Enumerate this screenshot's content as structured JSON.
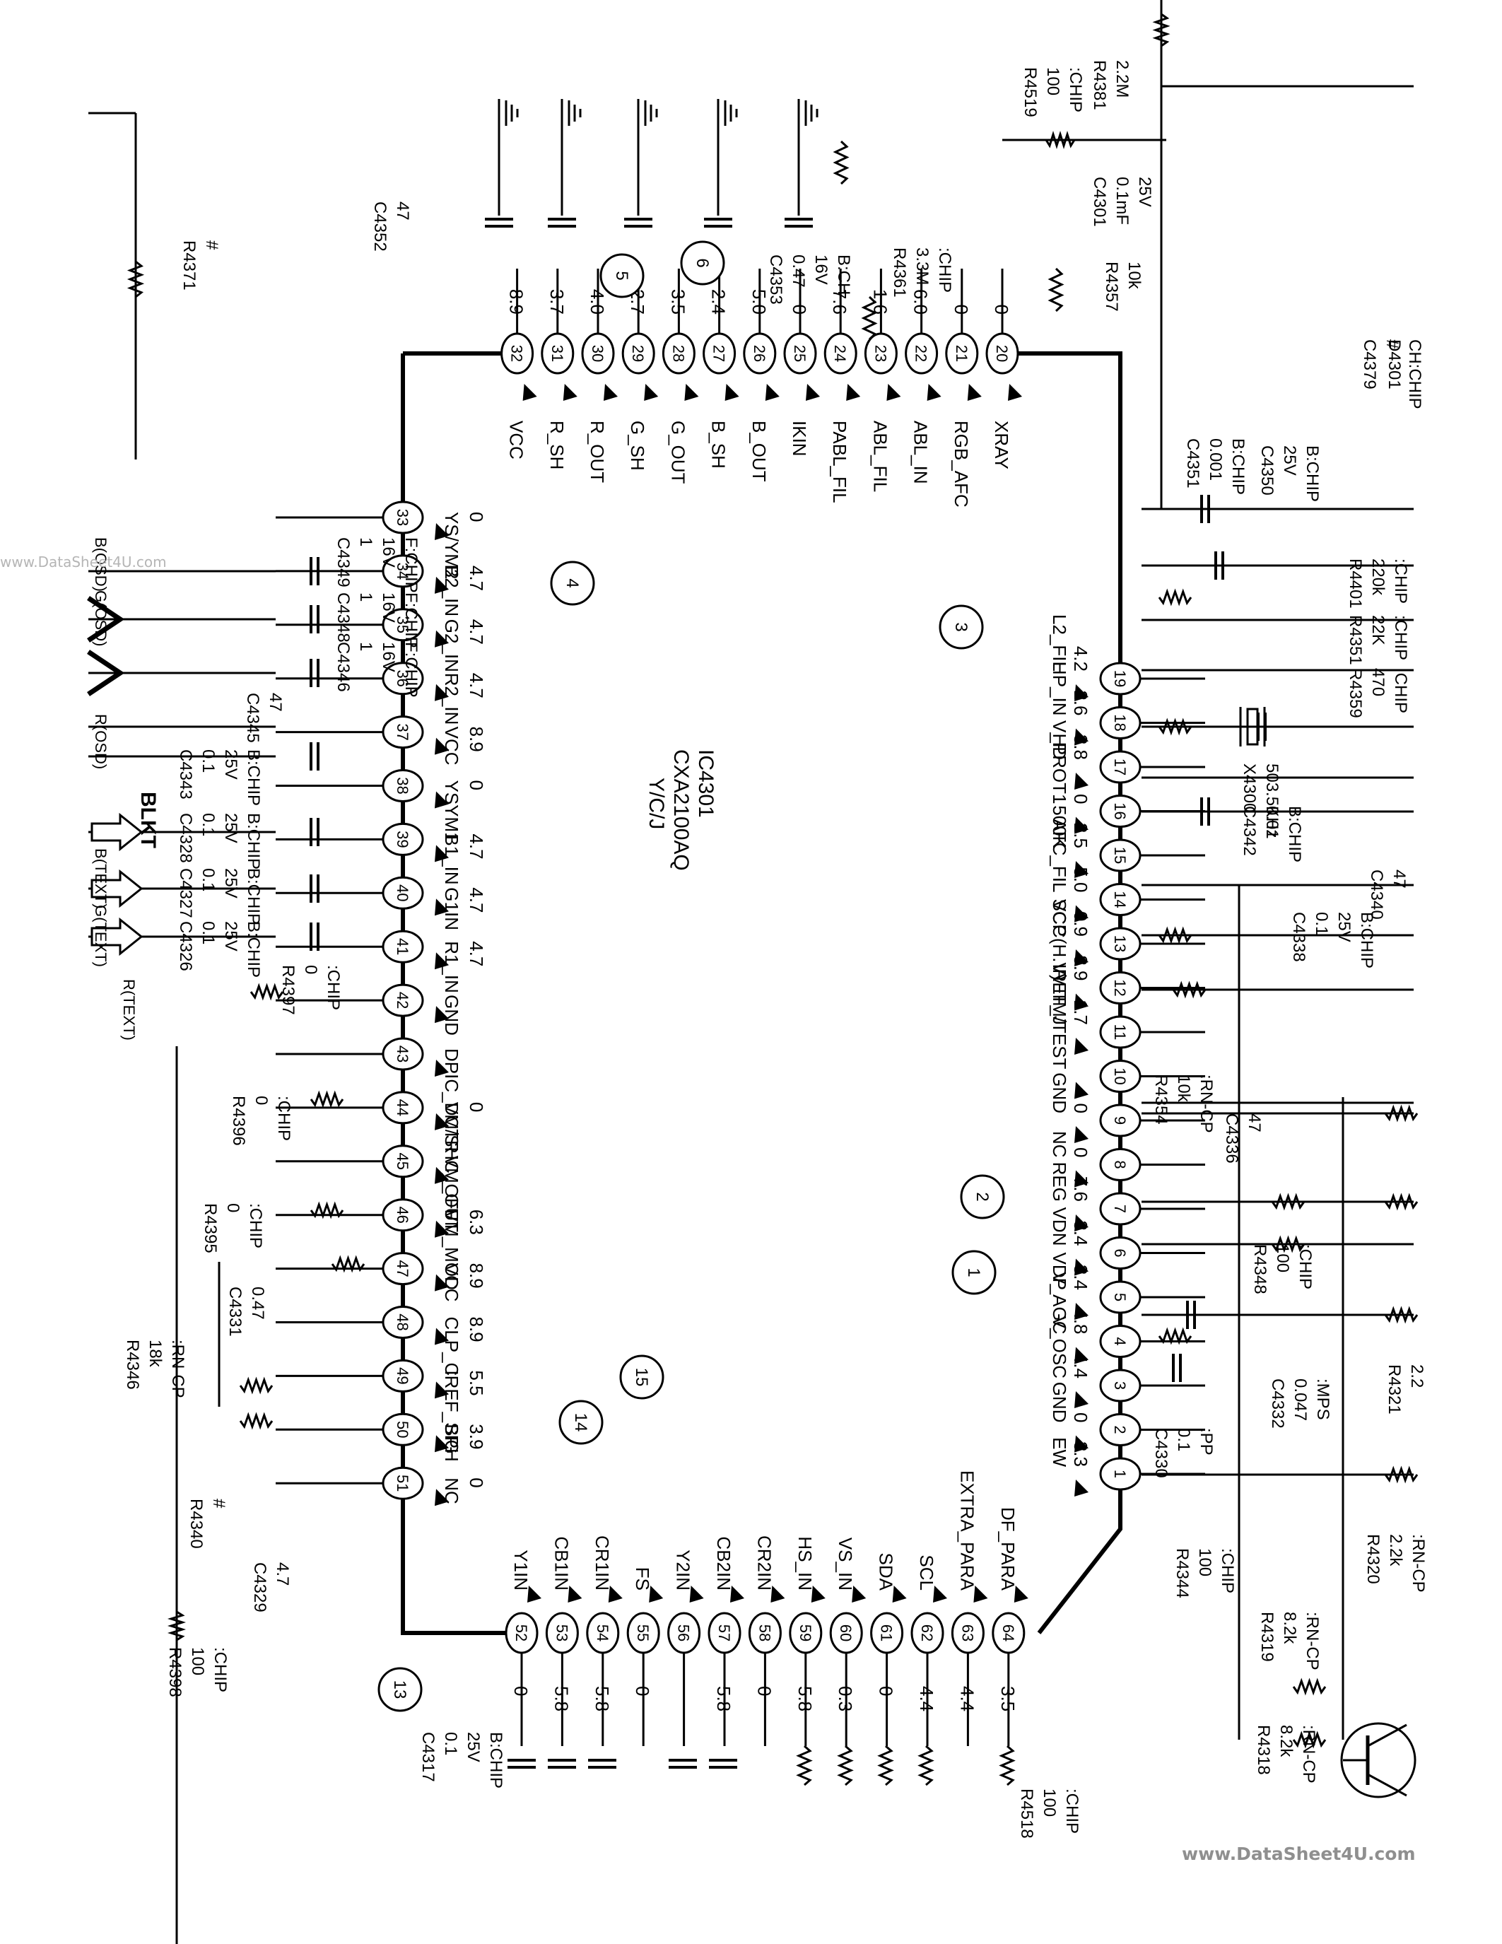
{
  "ic": {
    "ref": "IC4301",
    "part": "CXA2100AQ",
    "variant": "Y/C/J",
    "pins": [
      {
        "n": "1",
        "name": "EW",
        "v": "3.3"
      },
      {
        "n": "2",
        "name": "GND",
        "v": "0"
      },
      {
        "n": "3",
        "name": "V_OSC",
        "v": "4.4"
      },
      {
        "n": "4",
        "name": "V_AGC",
        "v": "4.8"
      },
      {
        "n": "5",
        "name": "VDP",
        "v": "3.4"
      },
      {
        "n": "6",
        "name": "VDN",
        "v": "3.4"
      },
      {
        "n": "7",
        "name": "REG",
        "v": "7.6"
      },
      {
        "n": "8",
        "name": "NC",
        "v": "0"
      },
      {
        "n": "9",
        "name": "GND",
        "v": "0"
      },
      {
        "n": "10",
        "name": "VTIM/TEST",
        "v": ""
      },
      {
        "n": "11",
        "name": "IREF_J",
        "v": "1.7"
      },
      {
        "n": "12",
        "name": "VCC(H.V)",
        "v": "8.9"
      },
      {
        "n": "13",
        "name": "SCP",
        "v": "0.9"
      },
      {
        "n": "14",
        "name": "AFC_FIL",
        "v": "5.0"
      },
      {
        "n": "15",
        "name": "500K",
        "v": "2.5"
      },
      {
        "n": "16",
        "name": "V_PROT1",
        "v": "0"
      },
      {
        "n": "17",
        "name": "HD",
        "v": "3.8"
      },
      {
        "n": "18",
        "name": "HP_IN",
        "v": "2.6"
      },
      {
        "n": "19",
        "name": "L2_FIL",
        "v": "4.2"
      },
      {
        "n": "20",
        "name": "XRAY",
        "v": "0"
      },
      {
        "n": "21",
        "name": "RGB_AFC",
        "v": "0"
      },
      {
        "n": "22",
        "name": "ABL_IN",
        "v": "6.0"
      },
      {
        "n": "23",
        "name": "ABL_FIL",
        "v": "1.6"
      },
      {
        "n": "24",
        "name": "PABL_FIL",
        "v": "7.6"
      },
      {
        "n": "25",
        "name": "IKIN",
        "v": "0"
      },
      {
        "n": "26",
        "name": "B_OUT",
        "v": "5.0"
      },
      {
        "n": "27",
        "name": "B_SH",
        "v": "2.4"
      },
      {
        "n": "28",
        "name": "G_OUT",
        "v": "3.5"
      },
      {
        "n": "29",
        "name": "G_SH",
        "v": "2.7"
      },
      {
        "n": "30",
        "name": "R_OUT",
        "v": "4.0"
      },
      {
        "n": "31",
        "name": "R_SH",
        "v": "3.7"
      },
      {
        "n": "32",
        "name": "VCC",
        "v": "8.9"
      },
      {
        "n": "33",
        "name": "YS/YM2",
        "v": "0"
      },
      {
        "n": "34",
        "name": "B2_IN",
        "v": "4.7"
      },
      {
        "n": "35",
        "name": "G2_IN",
        "v": "4.7"
      },
      {
        "n": "36",
        "name": "R2_IN",
        "v": "4.7"
      },
      {
        "n": "37",
        "name": "VCC",
        "v": "8.9"
      },
      {
        "n": "38",
        "name": "YSYM1",
        "v": "0"
      },
      {
        "n": "39",
        "name": "B1_IN",
        "v": "4.7"
      },
      {
        "n": "40",
        "name": "G1IN",
        "v": "4.7"
      },
      {
        "n": "41",
        "name": "R1_IN",
        "v": "4.7"
      },
      {
        "n": "42",
        "name": "GND",
        "v": ""
      },
      {
        "n": "43",
        "name": "DPIC_DCTR",
        "v": ""
      },
      {
        "n": "44",
        "name": "VM/SHC_OFF",
        "v": "0"
      },
      {
        "n": "45",
        "name": "VM_OUT",
        "v": ""
      },
      {
        "n": "46",
        "name": "VM_MOD",
        "v": "6.3"
      },
      {
        "n": "47",
        "name": "VCC",
        "v": "8.9"
      },
      {
        "n": "48",
        "name": "CLP_C",
        "v": "8.9"
      },
      {
        "n": "49",
        "name": "IREF_SIG",
        "v": "5.5"
      },
      {
        "n": "50",
        "name": "BPH",
        "v": "3.9"
      },
      {
        "n": "51",
        "name": "NC",
        "v": "0"
      },
      {
        "n": "52",
        "name": "Y1IN",
        "v": "0"
      },
      {
        "n": "53",
        "name": "CB1IN",
        "v": "5.8"
      },
      {
        "n": "54",
        "name": "CR1IN",
        "v": "5.8"
      },
      {
        "n": "55",
        "name": "FS",
        "v": "0"
      },
      {
        "n": "56",
        "name": "Y2IN",
        "v": ""
      },
      {
        "n": "57",
        "name": "CB2IN",
        "v": "5.8"
      },
      {
        "n": "58",
        "name": "CR2IN",
        "v": "0"
      },
      {
        "n": "59",
        "name": "HS_IN",
        "v": "5.8"
      },
      {
        "n": "60",
        "name": "VS_IN",
        "v": "0.3"
      },
      {
        "n": "61",
        "name": "SDA",
        "v": "0"
      },
      {
        "n": "62",
        "name": "SCL",
        "v": "4.4"
      },
      {
        "n": "63",
        "name": "EXTRA_PARA",
        "v": "4.4"
      },
      {
        "n": "64",
        "name": "DF_PARA",
        "v": "3.5"
      }
    ]
  },
  "test_points": [
    "1",
    "2",
    "3",
    "4",
    "5",
    "6",
    "13",
    "14",
    "15"
  ],
  "components": {
    "left": [
      {
        "ref": "C4349",
        "val": "1",
        "spec": "16V",
        "type": "F:CHIP"
      },
      {
        "ref": "C4348",
        "val": "1",
        "spec": "16V",
        "type": "F:CHIP"
      },
      {
        "ref": "C4346",
        "val": "1",
        "spec": "16V",
        "type": "F:CHIP"
      },
      {
        "ref": "C4345",
        "val": "47",
        "spec": "",
        "type": ""
      },
      {
        "ref": "C4343",
        "val": "0.1",
        "spec": "25V",
        "type": "B:CHIP"
      },
      {
        "ref": "C4328",
        "val": "0.1",
        "spec": "25V",
        "type": "B:CHIP"
      },
      {
        "ref": "C4327",
        "val": "0.1",
        "spec": "25V",
        "type": "B:CHIP"
      },
      {
        "ref": "C4326",
        "val": "0.1",
        "spec": "25V",
        "type": "B:CHIP"
      },
      {
        "ref": "R4397",
        "val": "0",
        "spec": "",
        "type": ":CHIP"
      },
      {
        "ref": "R4396",
        "val": "0",
        "spec": "",
        "type": ":CHIP"
      },
      {
        "ref": "R4395",
        "val": "0",
        "spec": "",
        "type": ":CHIP"
      },
      {
        "ref": "C4331",
        "val": "0.47",
        "spec": "",
        "type": ""
      },
      {
        "ref": "R4346",
        "val": "18k",
        "spec": "",
        "type": ":RN-CP"
      },
      {
        "ref": "R4340",
        "val": "#",
        "spec": "",
        "type": ""
      },
      {
        "ref": "C4329",
        "val": "4.7",
        "spec": "",
        "type": ""
      },
      {
        "ref": "R4398",
        "val": "100",
        "spec": "",
        "type": ":CHIP"
      },
      {
        "ref": "R4371",
        "val": "#",
        "spec": "",
        "type": ""
      },
      {
        "ref": "C4352",
        "val": "47",
        "spec": "",
        "type": ""
      }
    ],
    "top": [
      {
        "ref": "C4353",
        "val": "0.47",
        "spec": "16V",
        "type": "B:CH"
      },
      {
        "ref": "R4361",
        "val": "3.3M",
        "spec": "",
        "type": ":CHIP"
      },
      {
        "ref": "R4519",
        "val": "100",
        "spec": "",
        "type": ":CHIP"
      },
      {
        "ref": "R4381",
        "val": "2.2M",
        "spec": "",
        "type": ""
      },
      {
        "ref": "C4301",
        "val": "0.1mF",
        "spec": "25V",
        "type": ""
      },
      {
        "ref": "R4357",
        "val": "10k",
        "spec": "",
        "type": ""
      },
      {
        "ref": "C4351",
        "val": "0.001",
        "spec": "",
        "type": "B:CHIP"
      },
      {
        "ref": "C4350",
        "val": "25V",
        "spec": "",
        "type": "B:CHIP"
      },
      {
        "ref": "C4379",
        "val": "#",
        "spec": "",
        "type": "CH:CHIP"
      },
      {
        "ref": "D4301",
        "val": "",
        "spec": "",
        "type": ""
      }
    ],
    "right": [
      {
        "ref": "R4401",
        "val": "220k",
        "spec": "",
        "type": ":CHIP"
      },
      {
        "ref": "R4351",
        "val": "22K",
        "spec": "",
        "type": ":CHIP"
      },
      {
        "ref": "R4359",
        "val": "470",
        "spec": "",
        "type": ":CHIP"
      },
      {
        "ref": "X4300",
        "val": "503.5KHz",
        "spec": "",
        "type": ""
      },
      {
        "ref": "C4342",
        "val": "0.01",
        "spec": "",
        "type": "B:CHIP"
      },
      {
        "ref": "C4340",
        "val": "47",
        "spec": "",
        "type": ""
      },
      {
        "ref": "C4338",
        "val": "0.1",
        "spec": "25V",
        "type": "B:CHIP"
      },
      {
        "ref": "R4354",
        "val": "10k",
        "spec": "",
        "type": ":RN-CP"
      },
      {
        "ref": "C4336",
        "val": "47",
        "spec": "",
        "type": ""
      },
      {
        "ref": "R4348",
        "val": "100",
        "spec": "",
        "type": ":CHIP"
      },
      {
        "ref": "C4332",
        "val": "0.047",
        "spec": "",
        "type": ":MPS"
      },
      {
        "ref": "C4330",
        "val": "0.1",
        "spec": "",
        "type": ":PP"
      },
      {
        "ref": "R4344",
        "val": "100",
        "spec": "",
        "type": ":CHIP"
      },
      {
        "ref": "R4321",
        "val": "2.2",
        "spec": "",
        "type": ""
      },
      {
        "ref": "R4320",
        "val": "2.2k",
        "spec": "",
        "type": ":RN-CP"
      },
      {
        "ref": "R4319",
        "val": "8.2k",
        "spec": "",
        "type": ":RN-CP"
      },
      {
        "ref": "R4318",
        "val": "8.2k",
        "spec": "",
        "type": ":RN-CP"
      }
    ],
    "bottom": [
      {
        "ref": "C4317",
        "val": "0.1",
        "spec": "25V",
        "type": "B:CHIP"
      },
      {
        "ref": "R4518",
        "val": "100",
        "spec": "",
        "type": ":CHIP"
      }
    ]
  },
  "signals": [
    "BLKT",
    "B(TEXT)",
    "G(TEXT)",
    "R(TEXT)",
    "B(OSD)",
    "G(OSD)",
    "R(OSD)"
  ],
  "watermarks": {
    "top": "www.DataSheet4U.com",
    "bottom": "www.DataSheet4U.com"
  },
  "colors": {
    "ink": "#000000",
    "paper": "#ffffff",
    "watermark": "#9a9a9a"
  }
}
